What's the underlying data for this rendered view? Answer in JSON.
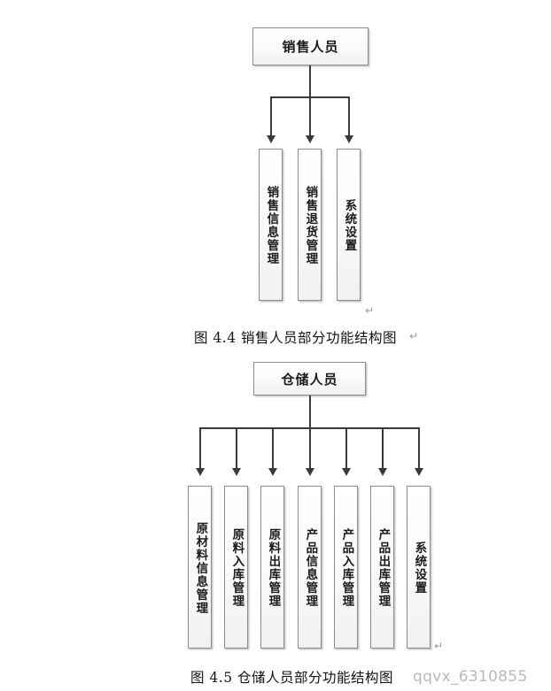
{
  "document": {
    "watermark": "qqvx_6310855",
    "return_mark": "↵"
  },
  "diagrams": [
    {
      "id": "sales-staff",
      "caption": "图 4.4 销售人员部分功能结构图",
      "root": "销售人员",
      "leaves": [
        "销售信息管理",
        "销售退货管理",
        "系统设置"
      ]
    },
    {
      "id": "warehouse-staff",
      "caption": "图 4.5 仓储人员部分功能结构图",
      "root": "仓储人员",
      "leaves": [
        "原材料信息管理",
        "原料入库管理",
        "原料出库管理",
        "产品信息管理",
        "产品入库管理",
        "产品出库管理",
        "系统设置"
      ]
    }
  ],
  "colors": {
    "line": "#3a3a3a",
    "border": "#8c8c8c",
    "text": "#1a1a1a",
    "watermark": "#b9b9b9"
  }
}
